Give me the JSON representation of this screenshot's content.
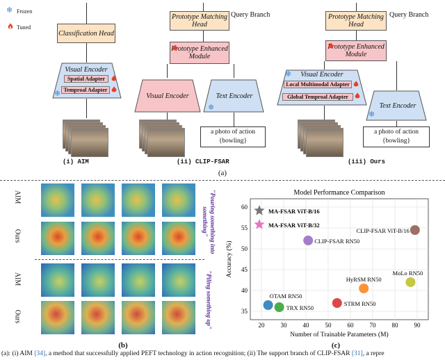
{
  "legend": {
    "frozen": "Frozen",
    "tuned": "Tuned"
  },
  "panel_a": {
    "aim": {
      "head": "Classification Head",
      "encoder": "Visual Encoder",
      "adapter1": "Spatial Adapter",
      "adapter2": "Temproal Adapter",
      "caption": "(i) AIM"
    },
    "clip": {
      "query_branch": "Query Branch",
      "head": "Prototype Matching Head",
      "module": "Prototype Enhanced Module",
      "visual": "Visual Encoder",
      "text": "Text Encoder",
      "prompt_line1": "a photo of action",
      "prompt_line2": "{bowling}",
      "caption": "(ii) CLIP-FSAR"
    },
    "ours": {
      "query_branch": "Query Branch",
      "head": "Prototype Matching Head",
      "module": "Prototype Enhanced Module",
      "visual": "Visual Encoder",
      "adapter1": "Local Multimodal Adapter",
      "adapter2": "Global Temproal Adapter",
      "text": "Text Encoder",
      "prompt_line1": "a photo of action",
      "prompt_line2": "{bowling}",
      "caption": "(iii) Ours"
    },
    "label": "(a)"
  },
  "panel_b": {
    "row_labels": [
      "AIM",
      "Ours",
      "AIM",
      "Ours"
    ],
    "quote1": "\"Pouring something into something\"",
    "quote2": "\"Piling something up\"",
    "label": "(b)"
  },
  "panel_c": {
    "label": "(c)",
    "colors": {
      "ma16": "#777777",
      "ma32": "#e377c2"
    }
  },
  "chart_data": {
    "type": "scatter",
    "title": "Model Performance Comparison",
    "xlabel": "Number of Trainable Parameters (M)",
    "ylabel": "Accuracy (%)",
    "xlim": [
      15,
      95
    ],
    "ylim": [
      33,
      62
    ],
    "xticks": [
      20,
      30,
      40,
      50,
      60,
      70,
      80,
      90
    ],
    "yticks": [
      35,
      40,
      45,
      50,
      55,
      60
    ],
    "grid": true,
    "legend_position": "top-left",
    "legend": [
      "MA-FSAR ViT-B/16",
      "MA-FSAR ViT-B/32"
    ],
    "points": [
      {
        "label": "CLIP-FSAR ViT-B/16",
        "x": 89,
        "y": 54.5,
        "color": "#8c564b"
      },
      {
        "label": "CLIP-FSAR RN50",
        "x": 41,
        "y": 52,
        "color": "#9467bd"
      },
      {
        "label": "HyRSM RN50",
        "x": 66,
        "y": 40.5,
        "color": "#ff7f0e"
      },
      {
        "label": "MoLo RN50",
        "x": 87,
        "y": 42,
        "color": "#bcbd22"
      },
      {
        "label": "OTAM RN50",
        "x": 23,
        "y": 36.5,
        "color": "#1f77b4"
      },
      {
        "label": "TRX RN50",
        "x": 28,
        "y": 36,
        "color": "#2ca02c"
      },
      {
        "label": "STRM RN50",
        "x": 54,
        "y": 37,
        "color": "#d62728"
      }
    ]
  },
  "bottom_caption": {
    "pre": "(a): (i) AIM ",
    "cite1": "[34]",
    "mid": ", a method that successfully applied PEFT technology in action recognition; (ii) The support branch of CLIP-FSAR ",
    "cite2": "[31]",
    "post": ", a repre"
  }
}
